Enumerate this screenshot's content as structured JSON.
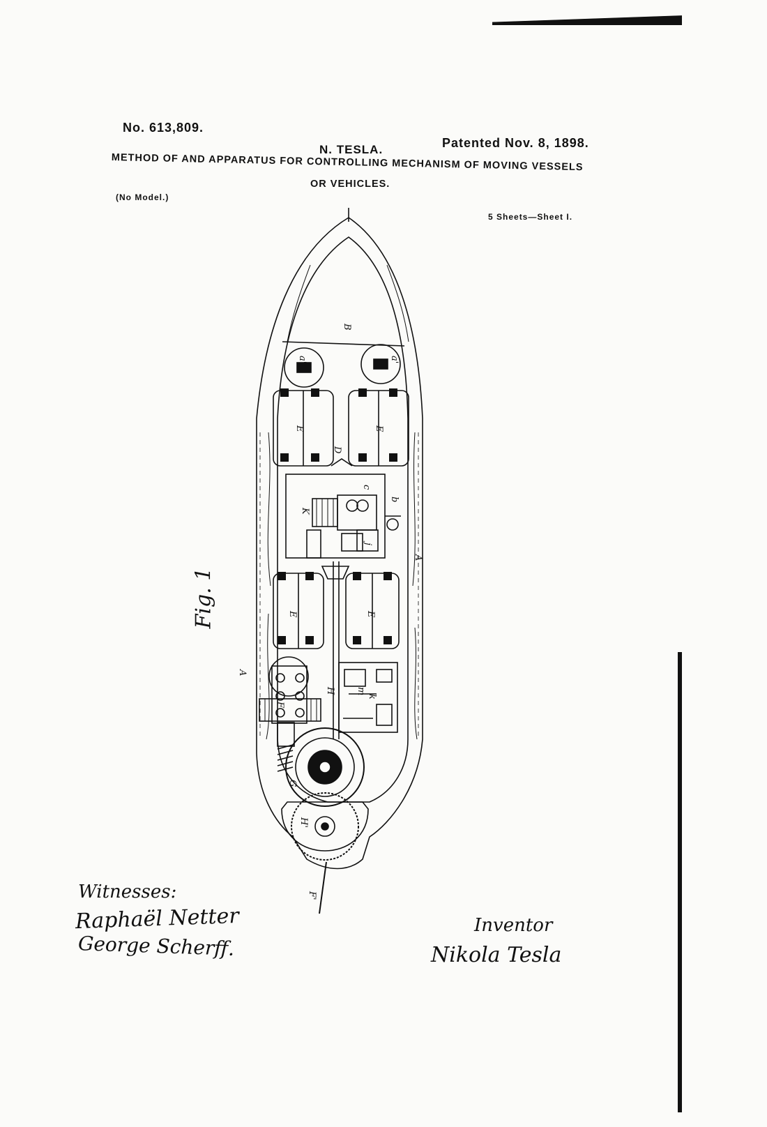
{
  "patent": {
    "number": "No. 613,809.",
    "inventor_header": "N. TESLA.",
    "date": "Patented Nov. 8, 1898.",
    "title_line1": "METHOD OF AND APPARATUS FOR CONTROLLING MECHANISM OF MOVING VESSELS",
    "title_line2": "OR VEHICLES.",
    "no_model": "(No Model.)",
    "sheets": "5 Sheets—Sheet I."
  },
  "figure": {
    "label": "Fig. 1",
    "part_labels": {
      "B": "B",
      "a_left": "a'",
      "a_right": "a'",
      "E1": "E",
      "E2": "E",
      "E3": "E",
      "E4": "E",
      "D": "D",
      "c": "c",
      "K": "K",
      "b": "b",
      "j": "j",
      "A_right": "A",
      "A_left": "A",
      "F": "F",
      "H": "H",
      "m": "m",
      "k": "k",
      "G": "G",
      "F_tail": "F'",
      "H_low": "H'"
    }
  },
  "signatures": {
    "witnesses_label": "Witnesses:",
    "witness1": "Raphaël Netter",
    "witness2": "George Scherff.",
    "inventor_label": "Inventor",
    "inventor_sig": "Nikola Tesla"
  }
}
